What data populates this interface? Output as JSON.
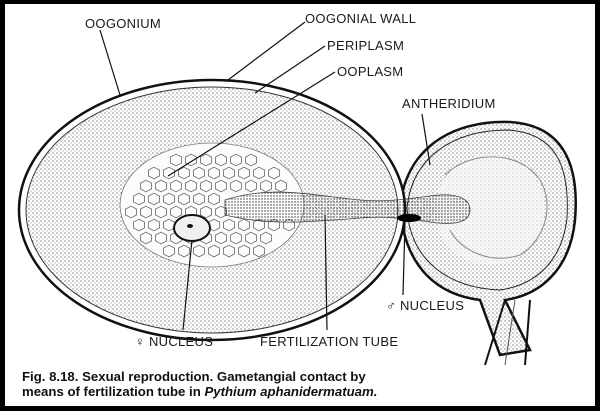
{
  "labels": {
    "oogonium": "OOGONIUM",
    "oogonial_wall": "OOGONIAL WALL",
    "periplasm": "PERIPLASM",
    "ooplasm": "OOPLASM",
    "antheridium": "ANTHERIDIUM",
    "male_nucleus": "♂ NUCLEUS",
    "female_nucleus": "♀ NUCLEUS",
    "fertilization_tube": "FERTILIZATION TUBE"
  },
  "caption": {
    "fig_number": "Fig. 8.18.",
    "line1_rest": " Sexual reproduction. Gametangial contact by",
    "line2_pre": "means of fertilization tube in ",
    "species": "Pythium aphanidermatuam."
  }
}
